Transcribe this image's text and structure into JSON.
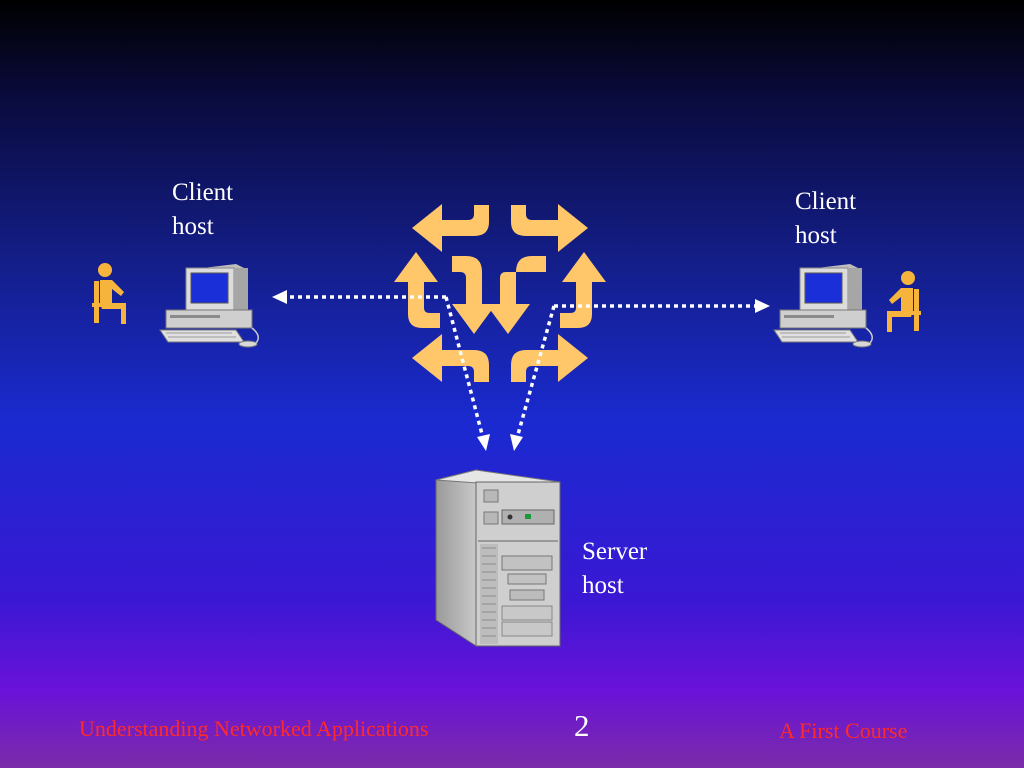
{
  "client_left": {
    "line1": "Client",
    "line2": "host"
  },
  "client_right": {
    "line1": "Client",
    "line2": "host"
  },
  "server": {
    "line1": "Server",
    "line2": "host"
  },
  "footer": {
    "left": "Understanding Networked Applications",
    "page_number": "2",
    "right": "A First Course"
  },
  "colors": {
    "arrow_fill": "#ffc66a",
    "person": "#f7b43c",
    "dotted_line": "#ffffff",
    "footer_text": "#ff2a2a",
    "screen": "#1a2fd8"
  },
  "icons": [
    "person-icon",
    "computer-icon",
    "server-icon",
    "network-arrows-icon"
  ]
}
